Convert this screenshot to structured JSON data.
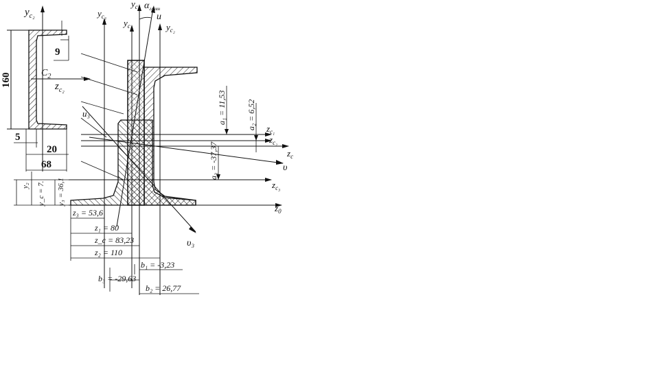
{
  "labels": {
    "small": {
      "axis_y": "y",
      "axis_y_sub": "c₂",
      "axis_z": "z",
      "axis_z_sub": "c₂",
      "centroid": "C",
      "centroid_sub": "2",
      "dim_height": "160",
      "dim_flange_t": "9",
      "dim_web_t": "5",
      "dim_web_pos": "20",
      "dim_width": "68"
    },
    "main": {
      "alpha": "α",
      "alpha_sub": "главн",
      "u": "u",
      "yc": "y",
      "yc_sub": "c",
      "yc1": "y",
      "yc1_sub": "c₁",
      "yc2": "y",
      "yc2_sub": "c₂",
      "yc3": "y",
      "yc3_sub": "c₃",
      "u3": "u₃",
      "zc1": "z",
      "zc1_sub": "c₁",
      "zc2": "z",
      "zc2_sub": "c₂",
      "zc": "z",
      "zc_sub": "c",
      "zc3": "z",
      "zc3_sub": "c₃",
      "z0": "z",
      "z0_sub": "0",
      "v": "υ",
      "v3": "υ₃"
    },
    "dims": {
      "a1": "a₁ = 11,53",
      "a2": "a₂ = 6,52",
      "a3": "a₃ = -37,37",
      "y2": "y₂",
      "yc_val": "y_c = 7.",
      "y3": "y₃ = 36,1",
      "z3": "z₃ = 53,6",
      "z1": "z₁ = 80",
      "zc_val": "z_c = 83,23",
      "z2": "z₂ = 110",
      "b1": "b₁ = -3,23",
      "b3": "b₃ = -29,63",
      "b2": "b₂ = 26,77"
    }
  }
}
